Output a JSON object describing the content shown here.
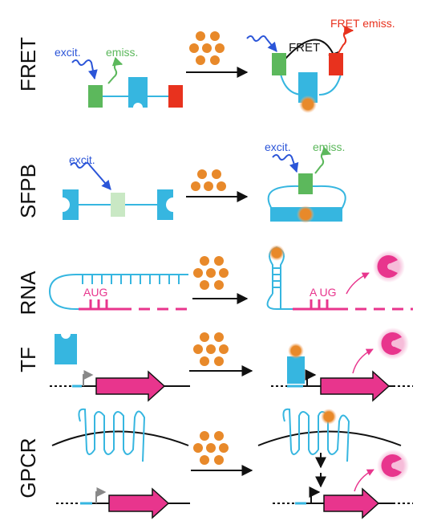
{
  "rows": {
    "fret": "FRET",
    "sfpb": "SFPB",
    "rna": "RNA",
    "tf": "TF",
    "gpcr": "GPCR"
  },
  "labels": {
    "excit": "excit.",
    "emiss": "emiss.",
    "fret_center": "FRET",
    "fret_emiss": "FRET emiss.",
    "aug_left": "AUG",
    "aug_right": "A UG"
  },
  "colors": {
    "cyan": "#36b6e0",
    "green": "#5cb85c",
    "light_green": "#c9e8c4",
    "red": "#e8321e",
    "orange": "#e8892a",
    "magenta": "#e8358d",
    "blue": "#2b55d8",
    "gray": "#888888"
  },
  "icons": {
    "ligand": "orange-dot-cluster",
    "protein": "pac-man-blob",
    "arrow": "right-arrow"
  }
}
